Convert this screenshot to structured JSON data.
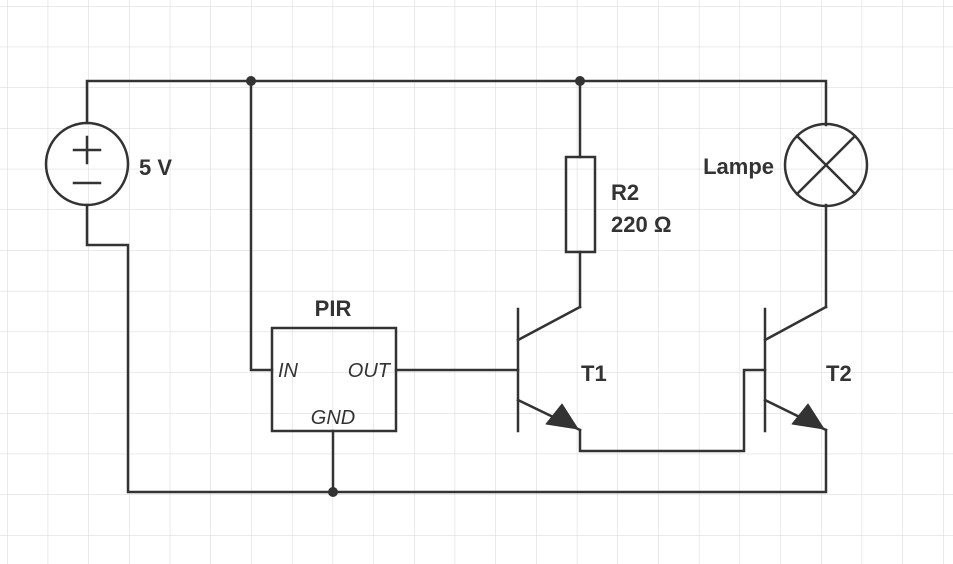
{
  "diagram": {
    "colors": {
      "wire": "#333333",
      "grid": "#d6d6d6",
      "background": "#ffffff"
    },
    "source": {
      "icon": "dc-voltage-source-icon",
      "label": "5 V"
    },
    "sensor": {
      "name": "PIR",
      "pin_in": "IN",
      "pin_out": "OUT",
      "pin_gnd": "GND"
    },
    "resistor": {
      "name": "R2",
      "value": "220 Ω"
    },
    "transistor1": {
      "icon": "npn-transistor-icon",
      "label": "T1"
    },
    "transistor2": {
      "icon": "npn-transistor-icon",
      "label": "T2"
    },
    "lamp": {
      "icon": "lamp-icon",
      "label": "Lampe"
    }
  }
}
